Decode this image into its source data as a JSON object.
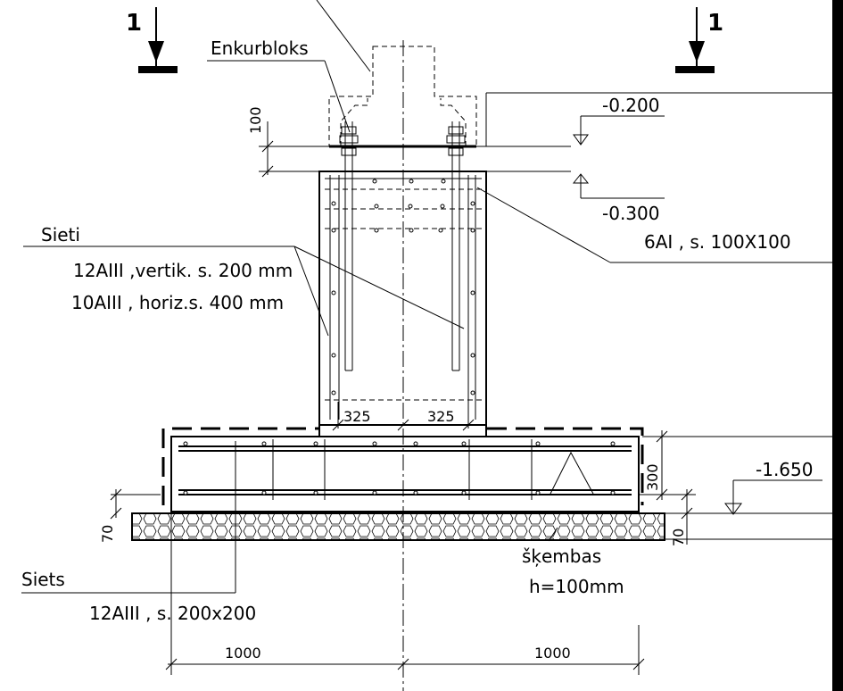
{
  "section_markers": {
    "left_label": "1",
    "right_label": "1"
  },
  "labels": {
    "anchor_block": "Enkurbloks",
    "mesh_title": "Sieti",
    "mesh_vertical": "12AIII ,vertik. s. 200 mm",
    "mesh_horizontal": "10AIII    , horiz.s. 400 mm",
    "stirrups": "6AI , s. 100X100",
    "bottom_mesh_title": "Siets",
    "bottom_mesh_spec": "12AIII , s. 200x200",
    "gravel": "šķembas",
    "gravel_height": "h=100mm"
  },
  "levels": {
    "top": "-0.200",
    "column_top": "-0.300",
    "footing_bottom": "-1.650"
  },
  "dimensions": {
    "anchor_gap": "100",
    "bolt_left": "325",
    "bolt_right": "325",
    "footing_height": "300",
    "cover_left": "70",
    "cover_right": "70",
    "half_width_left": "1000",
    "half_width_right": "1000"
  }
}
